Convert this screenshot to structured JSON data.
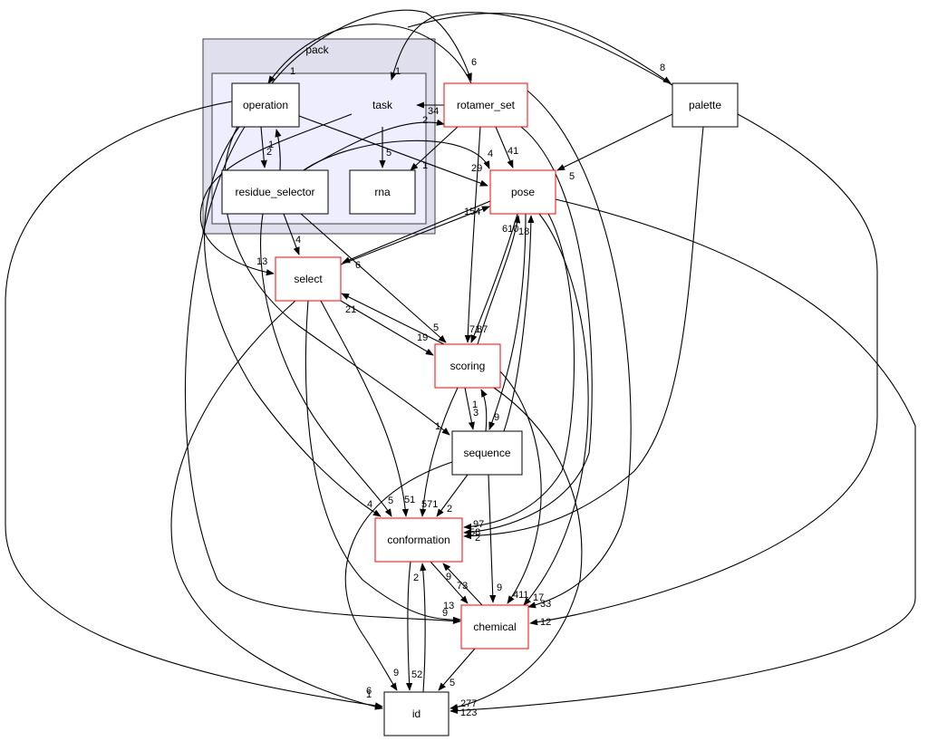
{
  "graph": {
    "title": "pack",
    "colors": {
      "outer_cluster_fill": "#dfdfee",
      "outer_cluster_stroke": "#404040",
      "inner_cluster_fill": "#eeeefe",
      "node_stroke_default": "#000000",
      "node_stroke_external": "#ff0000",
      "node_fill": "#ffffff"
    },
    "clusters": [
      {
        "id": "pack",
        "label": "pack"
      },
      {
        "id": "pack_inner",
        "label": ""
      }
    ],
    "nodes": [
      {
        "id": "operation",
        "label": "operation",
        "cluster": "pack",
        "highlight": false
      },
      {
        "id": "task",
        "label": "task",
        "cluster": "pack",
        "highlight": false,
        "boxless": true
      },
      {
        "id": "residue_selector",
        "label": "residue_selector",
        "cluster": "pack",
        "highlight": false
      },
      {
        "id": "rna",
        "label": "rna",
        "cluster": "pack",
        "highlight": false
      },
      {
        "id": "rotamer_set",
        "label": "rotamer_set",
        "highlight": true
      },
      {
        "id": "palette",
        "label": "palette",
        "highlight": false
      },
      {
        "id": "pose",
        "label": "pose",
        "highlight": true
      },
      {
        "id": "select",
        "label": "select",
        "highlight": true
      },
      {
        "id": "scoring",
        "label": "scoring",
        "highlight": true
      },
      {
        "id": "sequence",
        "label": "sequence",
        "highlight": false
      },
      {
        "id": "conformation",
        "label": "conformation",
        "highlight": true
      },
      {
        "id": "chemical",
        "label": "chemical",
        "highlight": true
      },
      {
        "id": "id",
        "label": "id",
        "highlight": false
      }
    ],
    "edges": [
      {
        "from": "rotamer_set",
        "to": "operation",
        "label": "1"
      },
      {
        "from": "palette",
        "to": "task",
        "label": "1"
      },
      {
        "from": "operation",
        "to": "rotamer_set",
        "label": "6"
      },
      {
        "from": "task",
        "to": "palette",
        "label": "8"
      },
      {
        "from": "rotamer_set",
        "to": "task",
        "label": "34"
      },
      {
        "from": "residue_selector",
        "to": "rotamer_set",
        "label": "2"
      },
      {
        "from": "task",
        "to": "rna",
        "label": "5"
      },
      {
        "from": "rotamer_set",
        "to": "rna",
        "label": "1"
      },
      {
        "from": "operation",
        "to": "residue_selector",
        "label": "2"
      },
      {
        "from": "residue_selector",
        "to": "operation",
        "label": "1"
      },
      {
        "from": "rotamer_set",
        "to": "pose",
        "label": "41"
      },
      {
        "from": "residue_selector",
        "to": "pose",
        "label": "4"
      },
      {
        "from": "operation",
        "to": "pose",
        "label": "29"
      },
      {
        "from": "palette",
        "to": "pose",
        "label": "5"
      },
      {
        "from": "select",
        "to": "pose",
        "label": "154"
      },
      {
        "from": "pose",
        "to": "select",
        "label": "6"
      },
      {
        "from": "residue_selector",
        "to": "select",
        "label": "4"
      },
      {
        "from": "task",
        "to": "select",
        "label": "13"
      },
      {
        "from": "scoring",
        "to": "select",
        "label": "21"
      },
      {
        "from": "select",
        "to": "scoring",
        "label": "19"
      },
      {
        "from": "residue_selector",
        "to": "scoring",
        "label": "5"
      },
      {
        "from": "rotamer_set",
        "to": "scoring",
        "label": "71"
      },
      {
        "from": "pose",
        "to": "scoring",
        "label": "87"
      },
      {
        "from": "scoring",
        "to": "pose",
        "label": "610"
      },
      {
        "from": "sequence",
        "to": "pose",
        "label": "18"
      },
      {
        "from": "scoring",
        "to": "sequence",
        "label": "3"
      },
      {
        "from": "sequence",
        "to": "scoring",
        "label": "1"
      },
      {
        "from": "pose",
        "to": "sequence",
        "label": "9"
      },
      {
        "from": "operation",
        "to": "sequence",
        "label": "1"
      },
      {
        "from": "operation",
        "to": "conformation",
        "label": "4"
      },
      {
        "from": "residue_selector",
        "to": "conformation",
        "label": "5"
      },
      {
        "from": "select",
        "to": "conformation",
        "label": "51"
      },
      {
        "from": "scoring",
        "to": "conformation",
        "label": "571"
      },
      {
        "from": "sequence",
        "to": "conformation",
        "label": "2"
      },
      {
        "from": "pose",
        "to": "conformation",
        "label": "97"
      },
      {
        "from": "rotamer_set",
        "to": "conformation",
        "label": "58"
      },
      {
        "from": "palette",
        "to": "conformation",
        "label": "2"
      },
      {
        "from": "chemical",
        "to": "conformation",
        "label": "9"
      },
      {
        "from": "conformation",
        "to": "chemical",
        "label": "73"
      },
      {
        "from": "sequence",
        "to": "chemical",
        "label": "9"
      },
      {
        "from": "scoring",
        "to": "chemical",
        "label": "411"
      },
      {
        "from": "pose",
        "to": "chemical",
        "label": "17"
      },
      {
        "from": "rotamer_set",
        "to": "chemical",
        "label": "33"
      },
      {
        "from": "palette",
        "to": "chemical",
        "label": "12"
      },
      {
        "from": "select",
        "to": "chemical",
        "label": "13"
      },
      {
        "from": "operation",
        "to": "chemical",
        "label": "9"
      },
      {
        "from": "sequence",
        "to": "id",
        "label": "9"
      },
      {
        "from": "conformation",
        "to": "id",
        "label": "52"
      },
      {
        "from": "id",
        "to": "conformation",
        "label": "2"
      },
      {
        "from": "chemical",
        "to": "id",
        "label": "5"
      },
      {
        "from": "operation",
        "to": "id",
        "label": "6"
      },
      {
        "from": "select",
        "to": "id",
        "label": "1"
      },
      {
        "from": "scoring",
        "to": "id",
        "label": "277"
      },
      {
        "from": "pose",
        "to": "id",
        "label": "123"
      }
    ]
  }
}
